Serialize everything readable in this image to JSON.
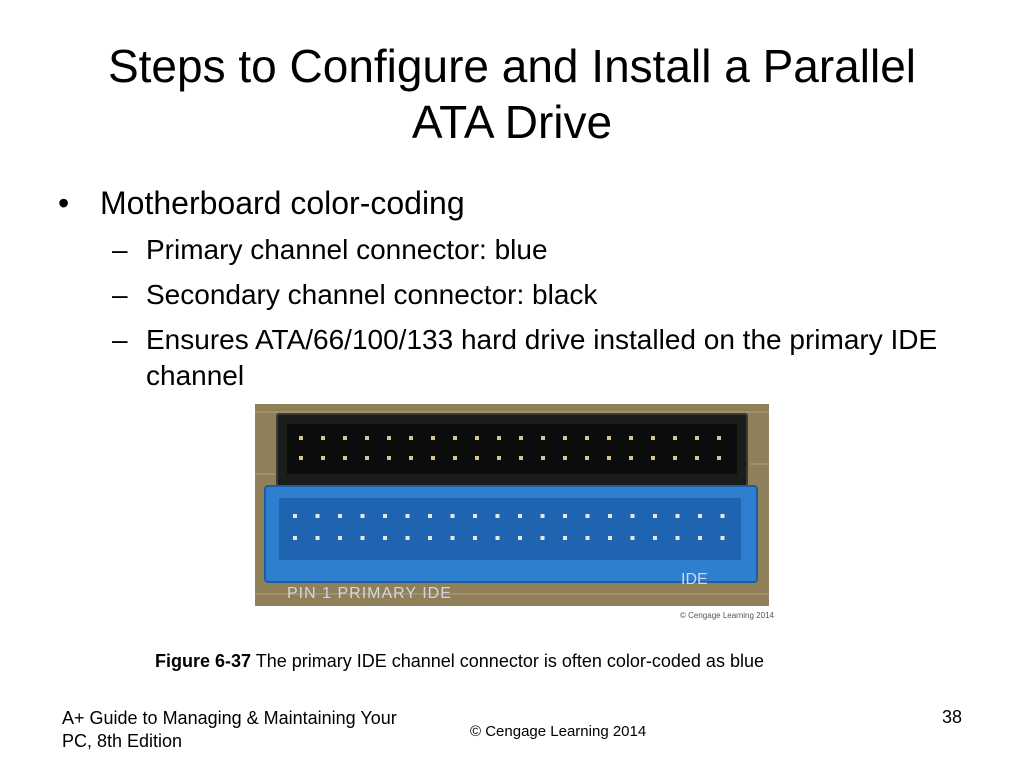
{
  "slide": {
    "title_line1": "Steps to Configure and Install a Parallel",
    "title_line2": "ATA Drive",
    "bullet": "Motherboard color-coding",
    "subbullets": [
      "Primary channel connector: blue",
      "Secondary channel connector: black",
      "Ensures ATA/66/100/133 hard drive installed on the primary IDE channel"
    ],
    "bullet_marker": "•",
    "dash_marker": "–"
  },
  "figure": {
    "board_text_primary": "PIN 1  PRIMARY  IDE",
    "board_text_secondary": "IDE",
    "credit": "© Cengage Learning 2014",
    "caption_label": "Figure 6-37",
    "caption_text": " The primary IDE channel connector is often color-coded as blue"
  },
  "footer": {
    "book_line1": "A+ Guide to Managing & Maintaining Your",
    "book_line2": "PC, 8th Edition",
    "copyright": "© Cengage Learning  2014",
    "page_number": "38"
  },
  "colors": {
    "primary_connector": "#2f7fd0",
    "secondary_connector": "#1c1c1c",
    "board": "#8a7a55"
  }
}
